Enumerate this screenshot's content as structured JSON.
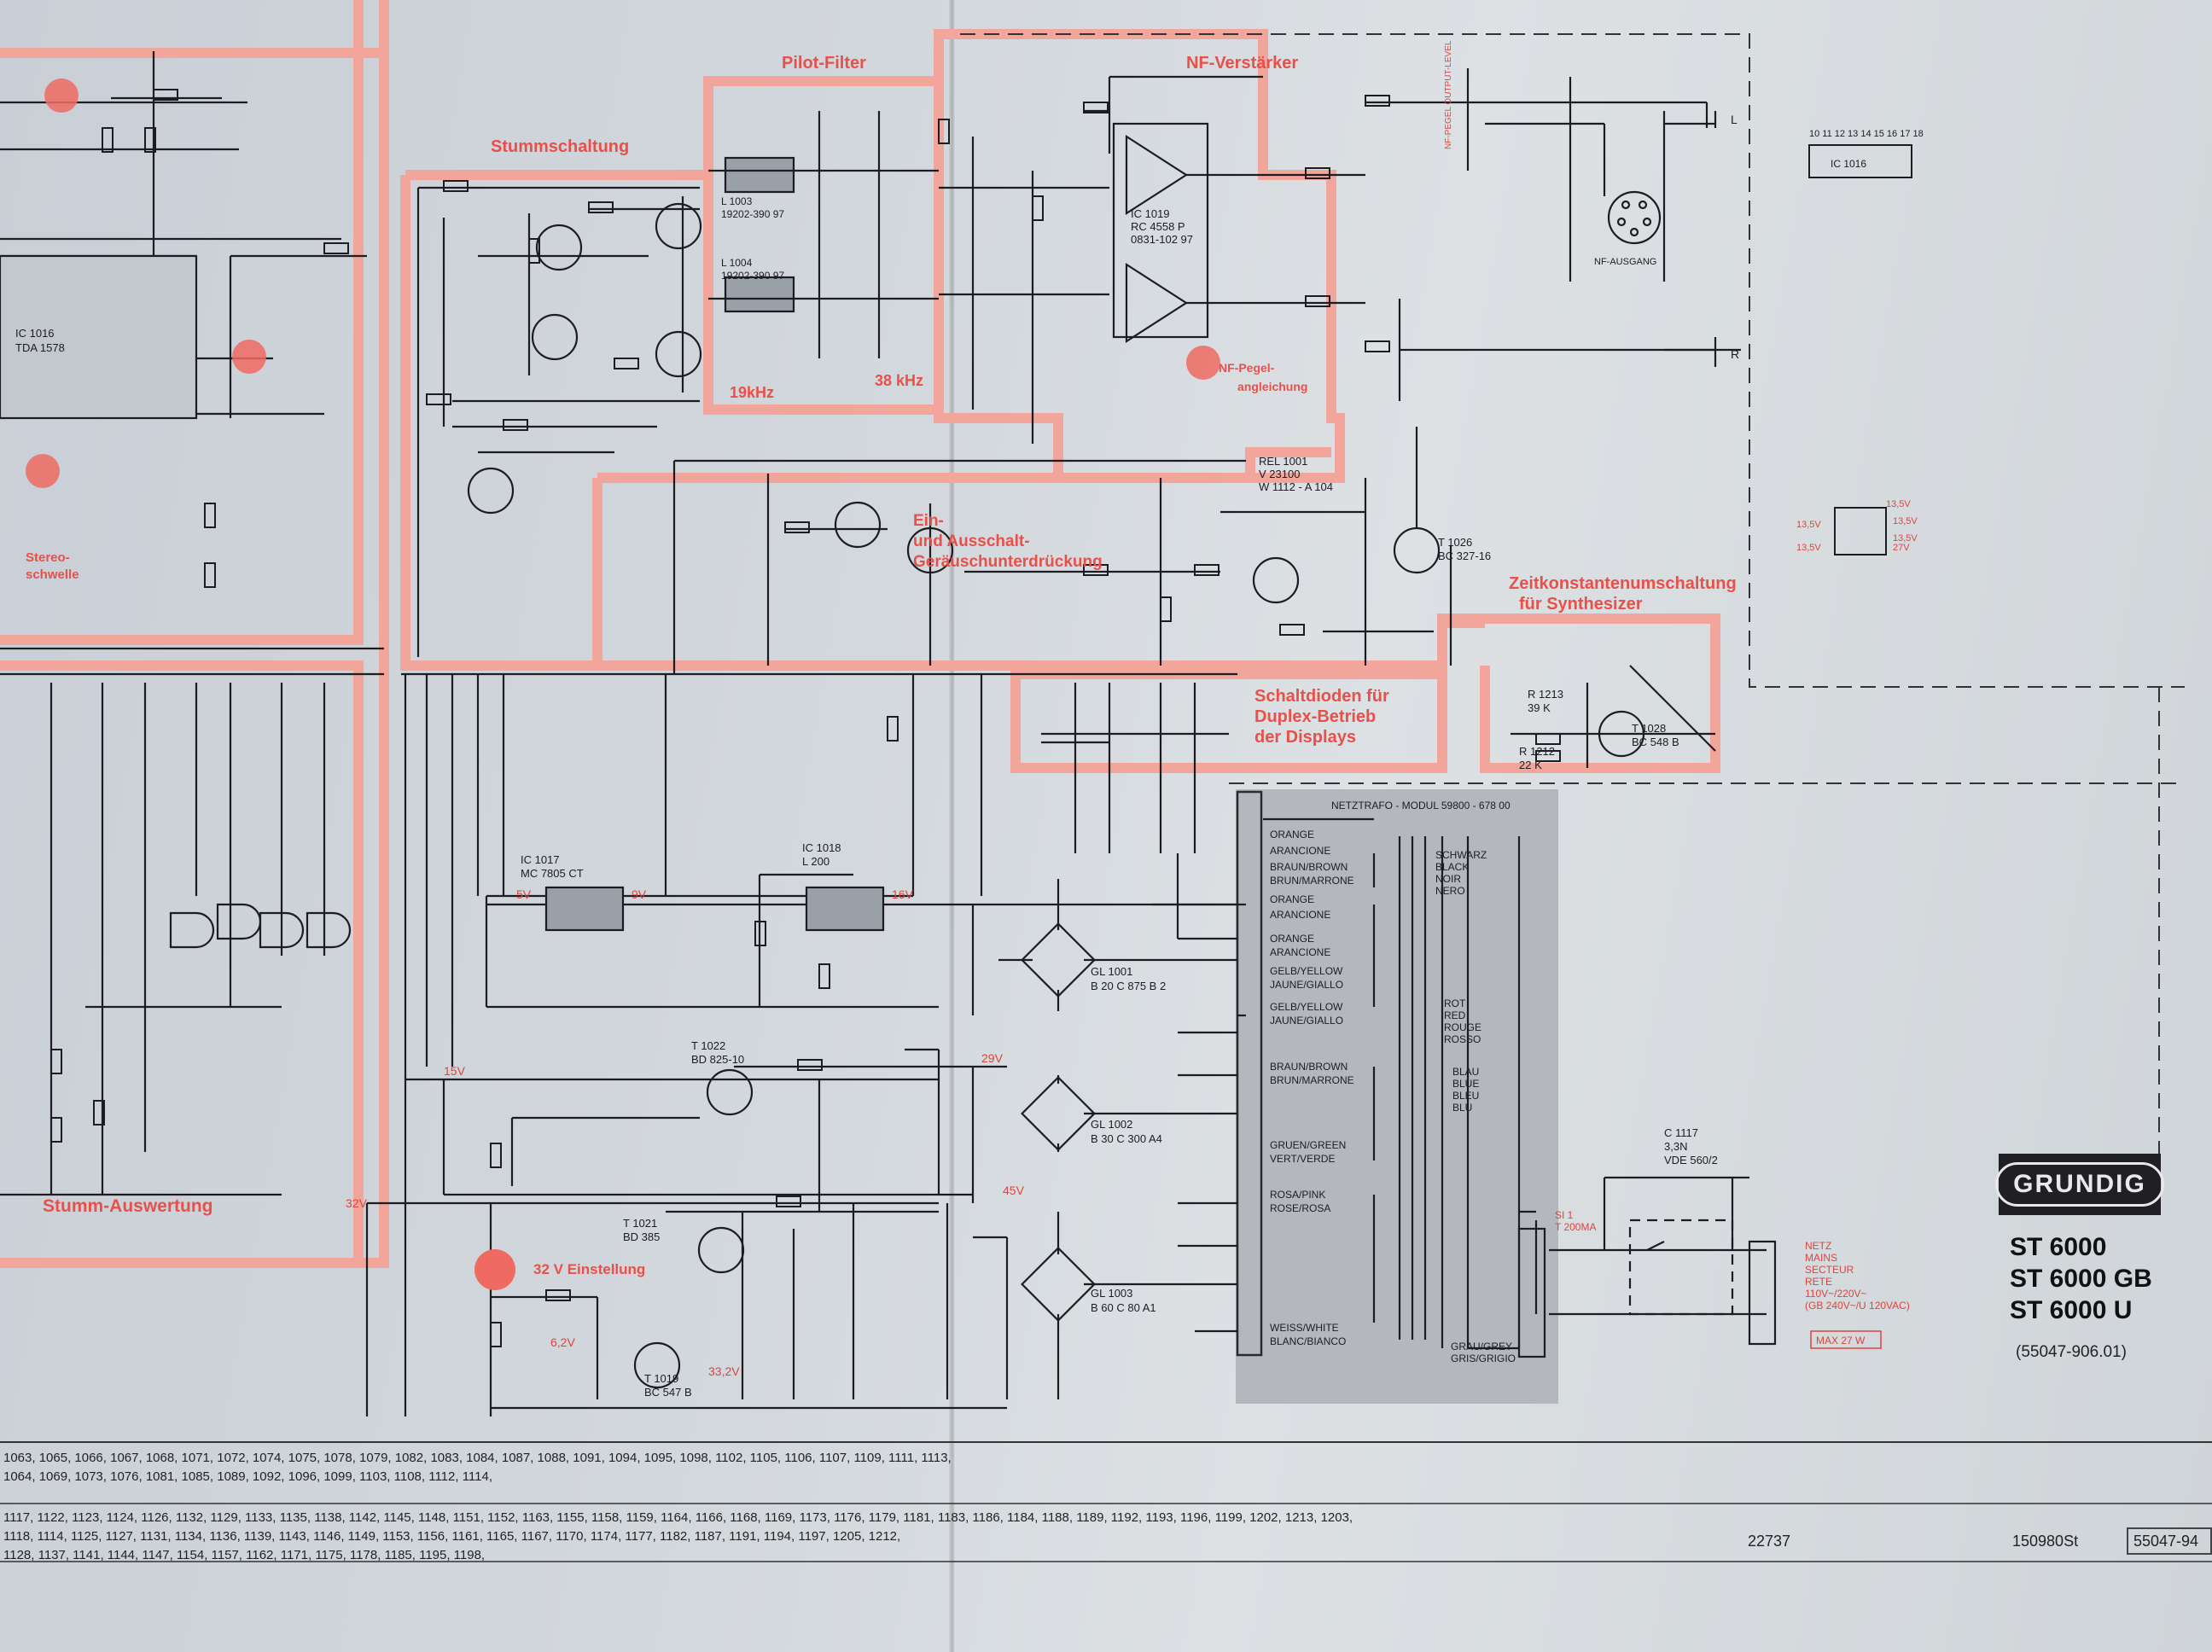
{
  "sections": {
    "pilot_filter": "Pilot-Filter",
    "nf_verstaerker": "NF-Verstärker",
    "stummschaltung": "Stummschaltung",
    "khz19": "19kHz",
    "khz38": "38 kHz",
    "nf_pegel": "NF-Pegel-",
    "angleichung": "angleichung",
    "ein_aus_1": "Ein-",
    "ein_aus_2": "und Ausschalt-",
    "ein_aus_3": "Geräuschunterdrückung",
    "zeit_1": "Zeitkonstantenumschaltung",
    "zeit_2": "für Synthesizer",
    "schalt_1": "Schaltdioden für",
    "schalt_2": "Duplex-Betrieb",
    "schalt_3": "der Displays",
    "stereo_1": "Stereo-",
    "stereo_2": "schwelle",
    "stumm_auswertung": "Stumm-Auswertung",
    "v32_einstellung": "32 V Einstellung",
    "nf_ausgang": "NF-AUSGANG"
  },
  "components": {
    "ic1019": "IC 1019",
    "ic1019_type": "RC 4558 P",
    "ic1019_code": "0831-102 97",
    "ic1016": "IC 1016",
    "ic1016_type": "TDA 1578",
    "ic1017": "IC 1017",
    "ic1017_type": "MC 7805 CT",
    "ic1018": "IC 1018",
    "ic1018_type": "L 200",
    "gl1001": "GL 1001",
    "gl1001_type": "B 20 C 875 B 2",
    "gl1002": "GL 1002",
    "gl1002_type": "B 30 C 300 A4",
    "gl1003": "GL 1003",
    "gl1003_type": "B 60 C 80 A1",
    "t1022": "T 1022",
    "t1022_type": "BD 825-10",
    "t1021": "T 1021",
    "t1021_type": "BD 385",
    "t1026": "T 1026",
    "t1026_type": "BC 327-16",
    "t1028": "T 1028",
    "t1028_type": "BC 548 B",
    "t1019": "T 1019",
    "t1019_type": "BC 547 B",
    "r1213": "R 1213",
    "r1213_val": "39 K",
    "r1212": "R 1212",
    "r1212_val": "22 K",
    "c1117": "C 1117",
    "c1117_val": "3,3N",
    "c1117_type": "VDE 560/2",
    "rel1001": "REL 1001",
    "rel1001_type": "V 23100",
    "rel1001_code": "W 1112 - A 104",
    "netztrafo": "NETZTRAFO - MODUL 59800 - 678 00",
    "l1003": "L 1003",
    "l1004": "L 1004",
    "l1003_code": "19202-390 97",
    "l1004_code": "19202-390 97",
    "u5v": "5V",
    "u9v": "9V",
    "u16v": "16V",
    "u29v": "29V",
    "u45v": "45V",
    "u32v": "32V",
    "u15v": "15V",
    "u62v": "6,2V",
    "u332v": "33,2V"
  },
  "trafo_wires": {
    "orange": "ORANGE",
    "arancione": "ARANCIONE",
    "braun_brown": "BRAUN/BROWN",
    "brun_marron": "BRUN/MARRONE",
    "gelb": "GELB/YELLOW",
    "jaune": "JAUNE/GIALLO",
    "braun2": "BRAUN/BROWN",
    "brun2": "BRUN/MARRONE",
    "gruen": "GRUEN/GREEN",
    "vert": "VERT/VERDE",
    "rosa": "ROSA/PINK",
    "rose": "ROSE/ROSA",
    "weiss": "WEISS/WHITE",
    "blanc": "BLANC/BIANCO",
    "schwarz": "SCHWARZ",
    "black": "BLACK",
    "noir": "NOIR",
    "nero": "NERO",
    "rot": "ROT",
    "red": "RED",
    "rouge": "ROUGE",
    "rosso": "ROSSO",
    "blau": "BLAU",
    "blue": "BLUE",
    "bleu": "BLEU",
    "blu": "BLU",
    "grau": "GRAU/GREY",
    "gris": "GRIS/GRIGIO"
  },
  "mains": {
    "netz": "NETZ",
    "mains": "MAINS",
    "secteur": "SECTEUR",
    "rete": "RETE",
    "volt": "110V~/220V~",
    "volt_gb": "(GB 240V~/U 120VAC)",
    "max": "MAX 27 W",
    "fuse": "SI 1",
    "fuse_val": "T 200MA"
  },
  "brand": {
    "logo": "GRUNDIG",
    "model1": "ST 6000",
    "model2": "ST 6000 GB",
    "model3": "ST 6000 U",
    "part": "(55047-906.01)"
  },
  "footer": {
    "code1": "22737",
    "code2": "150980St",
    "code3": "55047-94",
    "row1": "1063,        1065,   1066,  1067,   1068,          1071,  1072, 1074, 1075,  1078,        1079,   1082,   1083,           1084, 1087,    1088, 1091, 1094, 1095,    1098, 1102,  1105,       1106,   1107, 1109,            1111,                     1113,",
    "row2": "1064,                                 1069,          1073,              1076,                       1081,                     1085,        1089, 1092, 1096,       1099, 1103,                        1108,                    1112,                      1114,",
    "row3": "1117, 1122, 1123,  1124,        1126,   1132,  1129,          1133,  1135, 1138, 1142, 1145,   1148,      1151, 1152, 1163,  1155, 1158, 1159,  1164,  1166, 1168,   1169, 1173,    1176,  1179, 1181,  1183, 1186, 1184,  1188,  1189, 1192, 1193, 1196, 1199,    1202,       1213,  1203,",
    "row4": "1118, 1114,          1125,        1127,          1131,         1134,  1136, 1139, 1143, 1146,   1149,                1153,  1156,        1161,  1165,  1167,       1170, 1174,    1177,           1182,  1187,         1191,         1194, 1197,    1205, 1212,",
    "row5": "              1128,                                       1137, 1141, 1144, 1147,                       1154,  1157,        1162,                1171, 1175,    1178,                  1185,                         1195, 1198,"
  },
  "ic1016_pins": {
    "pins_top": "10 11 12 13 14 15 16 17 18",
    "label": "IC 1016",
    "v1": "13,5V",
    "v2": "13,5V",
    "v3": "13,5V",
    "v4": "13,5V",
    "v5": "13,5V",
    "v6": "27V"
  },
  "outputs": {
    "l": "L",
    "r": "R",
    "nf_pegel_out": "NF-PEGEL OUTPUT-LEVEL"
  },
  "colors": {
    "highlight": "#f2a59a",
    "label_red": "#e8504a",
    "ink": "#1c1c22",
    "gray_module": "#b9bcc0"
  }
}
